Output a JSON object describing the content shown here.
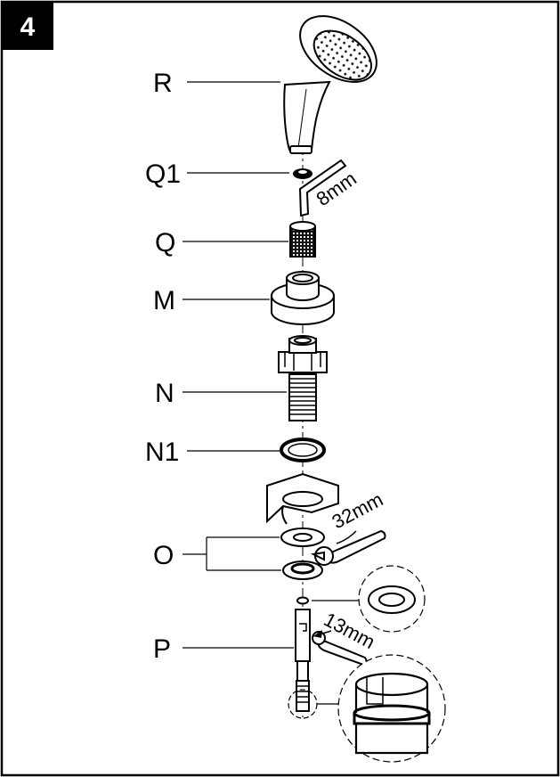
{
  "step_number": "4",
  "part_labels": {
    "R": "R",
    "Q1": "Q1",
    "Q": "Q",
    "M": "M",
    "N": "N",
    "N1": "N1",
    "O": "O",
    "P": "P"
  },
  "tool_sizes": {
    "hex_key": "8mm",
    "wrench_large": "32mm",
    "wrench_small": "13mm"
  }
}
